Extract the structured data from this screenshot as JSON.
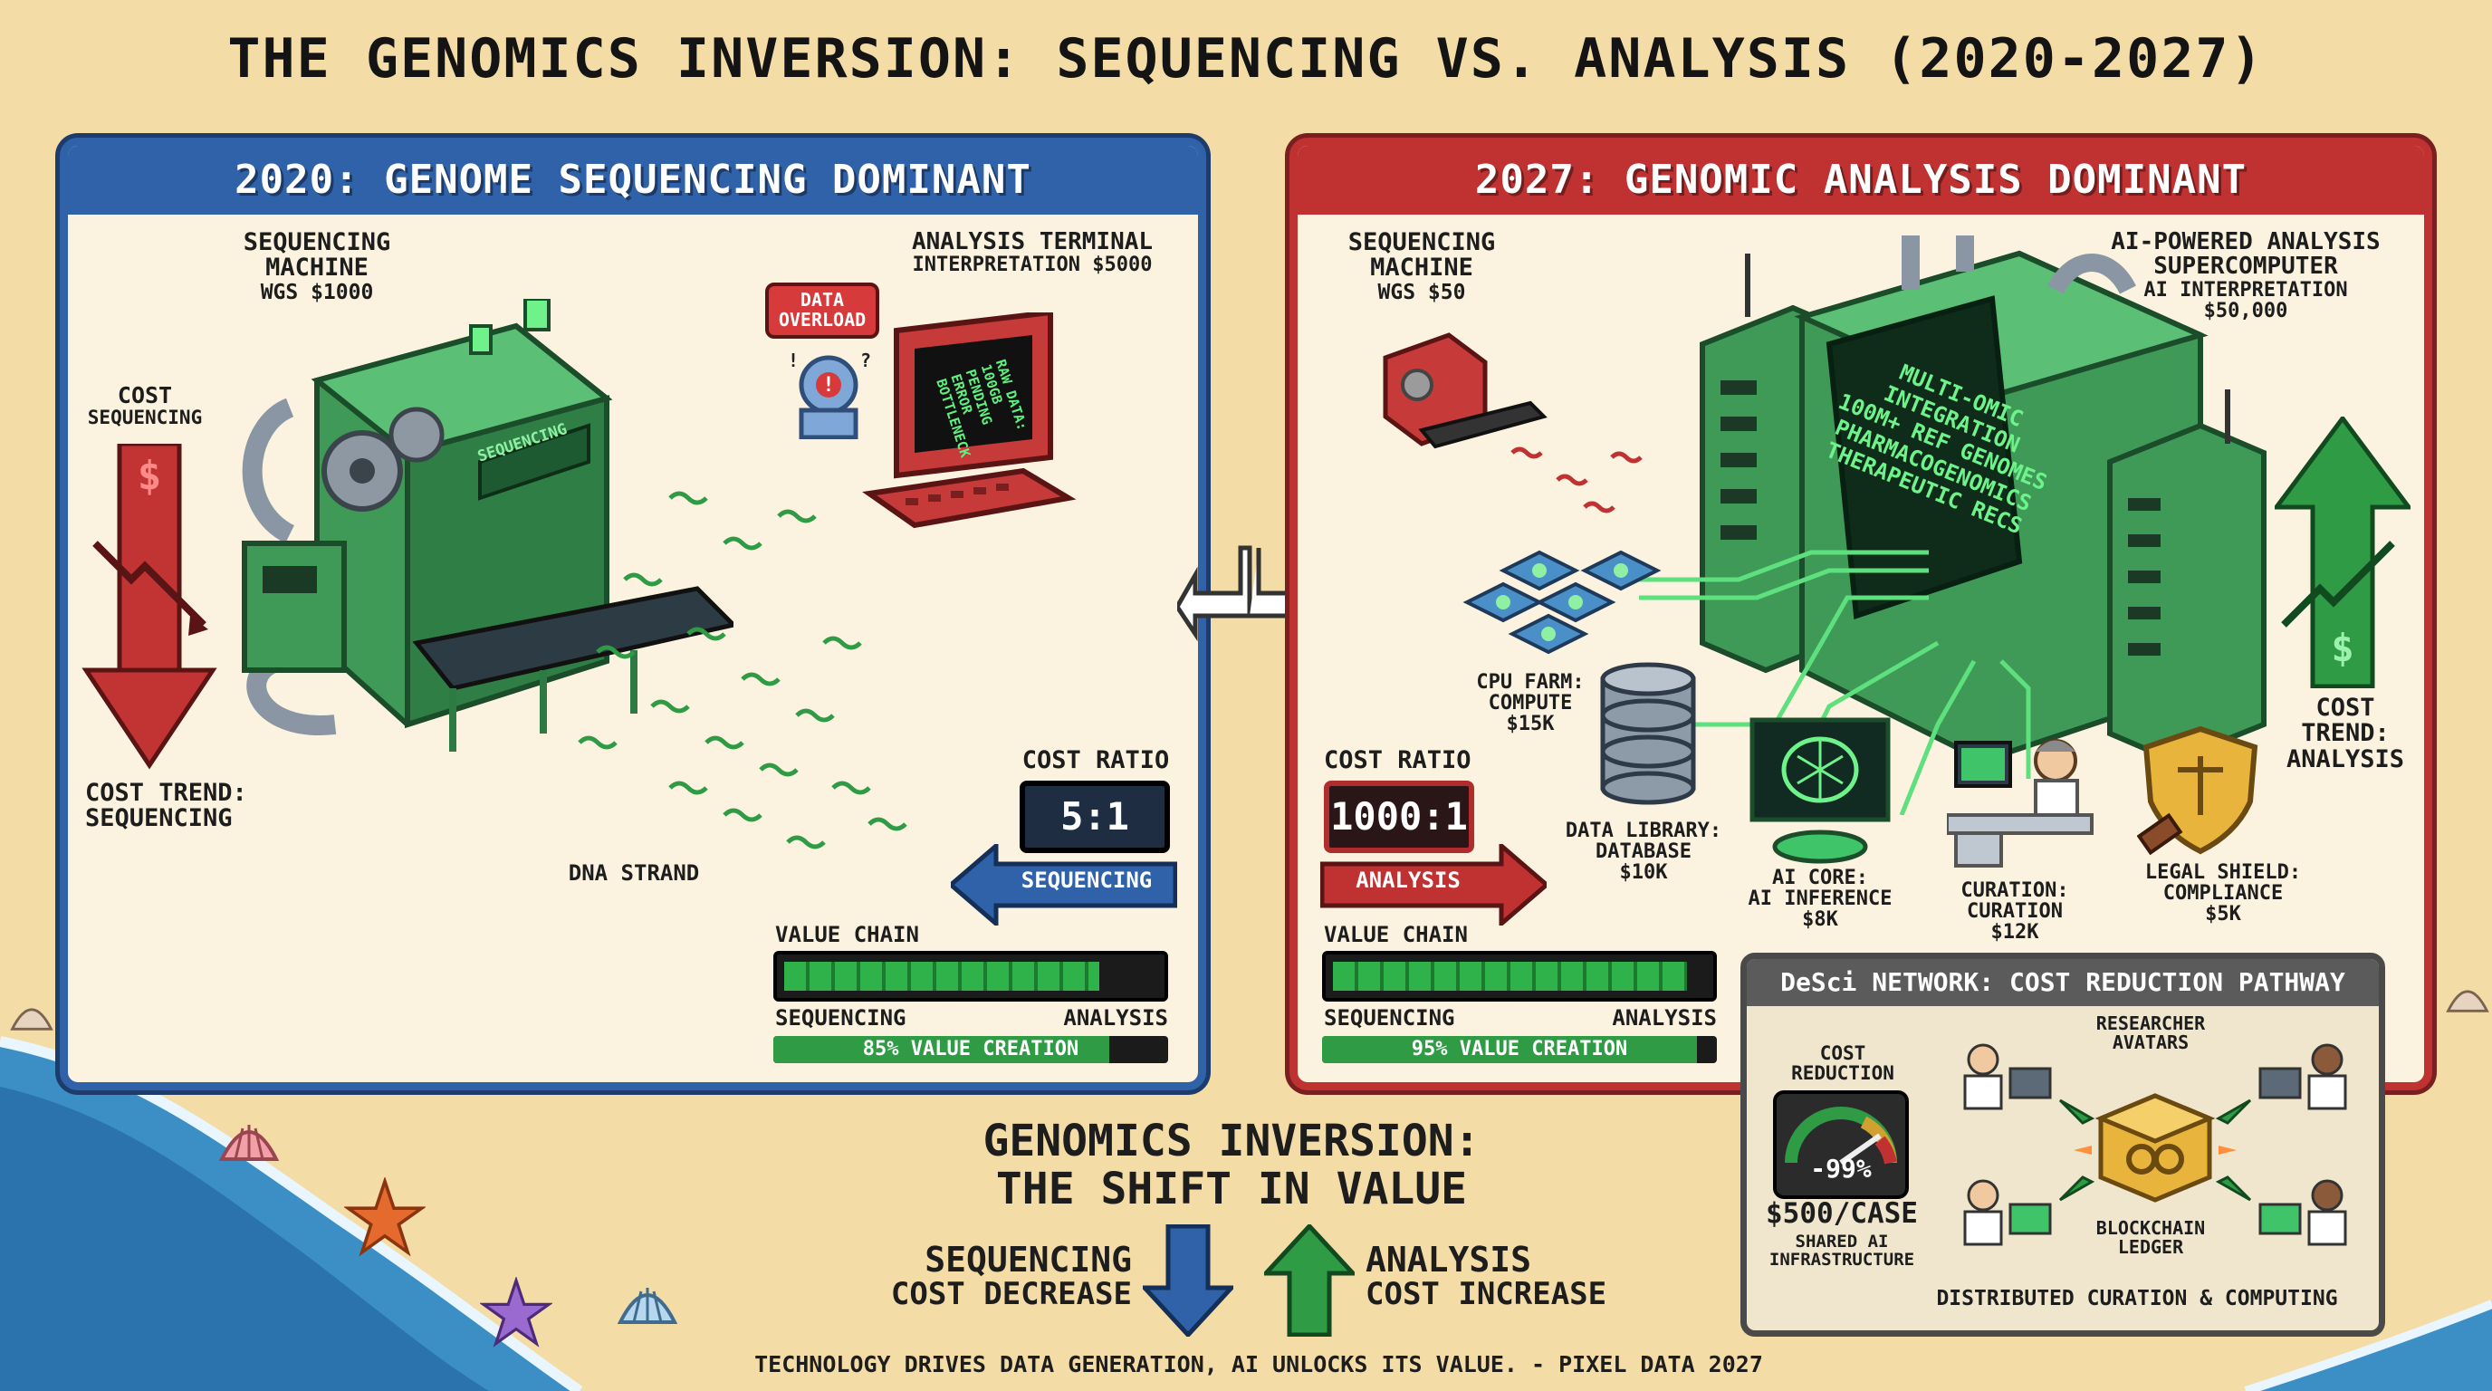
{
  "title": "THE GENOMICS INVERSION: SEQUENCING VS. ANALYSIS (2020-2027)",
  "left_panel": {
    "header": "2020: GENOME SEQUENCING DOMINANT",
    "sequencing_machine": {
      "line1": "SEQUENCING",
      "line2": "MACHINE",
      "cost": "WGS $1000"
    },
    "machine_badge": "SEQUENCING",
    "analysis_terminal": {
      "title": "ANALYSIS TERMINAL",
      "cost": "INTERPRETATION $5000"
    },
    "data_overload": {
      "line1": "DATA",
      "line2": "OVERLOAD"
    },
    "screen_text": [
      "RAW DATA:",
      "100GB",
      "PENDING",
      "ERROR",
      "BOTTLENECK"
    ],
    "cost_label": {
      "line1": "COST",
      "line2": "SEQUENCING"
    },
    "cost_trend": {
      "line1": "COST TREND:",
      "line2": "SEQUENCING"
    },
    "dna_label": "DNA STRAND",
    "cost_ratio": {
      "label": "COST RATIO",
      "value": "5:1",
      "arrow_label": "SEQUENCING"
    },
    "value_chain": {
      "label": "VALUE CHAIN",
      "left": "SEQUENCING",
      "right": "ANALYSIS",
      "caption": "85% VALUE CREATION",
      "percent": 85
    }
  },
  "right_panel": {
    "header": "2027: GENOMIC ANALYSIS DOMINANT",
    "sequencing_machine": {
      "line1": "SEQUENCING",
      "line2": "MACHINE",
      "cost": "WGS $50"
    },
    "supercomputer": {
      "line1": "AI-POWERED ANALYSIS",
      "line2": "SUPERCOMPUTER",
      "line3": "AI INTERPRETATION",
      "cost": "$50,000"
    },
    "screen_text": [
      "MULTI-OMIC",
      "INTEGRATION",
      "100M+ REF GENOMES",
      "PHARMACOGENOMICS",
      "THERAPEUTIC RECS"
    ],
    "cpu_farm": {
      "line1": "CPU FARM:",
      "line2": "COMPUTE",
      "cost": "$15K"
    },
    "data_library": {
      "line1": "DATA LIBRARY:",
      "line2": "DATABASE",
      "cost": "$10K"
    },
    "ai_core": {
      "line1": "AI CORE:",
      "line2": "AI INFERENCE",
      "cost": "$8K"
    },
    "curation": {
      "line1": "CURATION:",
      "line2": "CURATION",
      "cost": "$12K"
    },
    "legal_shield": {
      "line1": "LEGAL SHIELD:",
      "line2": "COMPLIANCE",
      "cost": "$5K"
    },
    "cost_trend": {
      "line1": "COST",
      "line2": "TREND:",
      "line3": "ANALYSIS"
    },
    "cost_ratio": {
      "label": "COST RATIO",
      "value": "1000:1",
      "arrow_label": "ANALYSIS"
    },
    "value_chain": {
      "label": "VALUE CHAIN",
      "left": "SEQUENCING",
      "right": "ANALYSIS",
      "caption": "95% VALUE CREATION",
      "percent": 95
    }
  },
  "desci": {
    "header": "DeSci NETWORK: COST REDUCTION PATHWAY",
    "cost_reduction": {
      "line1": "COST",
      "line2": "REDUCTION"
    },
    "gauge_value": "-99%",
    "per_case": "$500/CASE",
    "shared": {
      "line1": "SHARED AI",
      "line2": "INFRASTRUCTURE"
    },
    "researchers": {
      "line1": "RESEARCHER",
      "line2": "AVATARS"
    },
    "ledger": {
      "line1": "BLOCKCHAIN",
      "line2": "LEDGER"
    },
    "footer": "DISTRIBUTED CURATION & COMPUTING"
  },
  "bottom": {
    "headline1": "GENOMICS INVERSION:",
    "headline2": "THE SHIFT IN VALUE",
    "seq": {
      "line1": "SEQUENCING",
      "line2": "COST DECREASE"
    },
    "ana": {
      "line1": "ANALYSIS",
      "line2": "COST INCREASE"
    },
    "footer": "TECHNOLOGY DRIVES DATA GENERATION, AI UNLOCKS ITS VALUE. - PIXEL DATA 2027"
  },
  "colors": {
    "blue": "#2f62a8",
    "red": "#c03232",
    "green": "#2f9c45",
    "sand": "#f3dca6"
  }
}
